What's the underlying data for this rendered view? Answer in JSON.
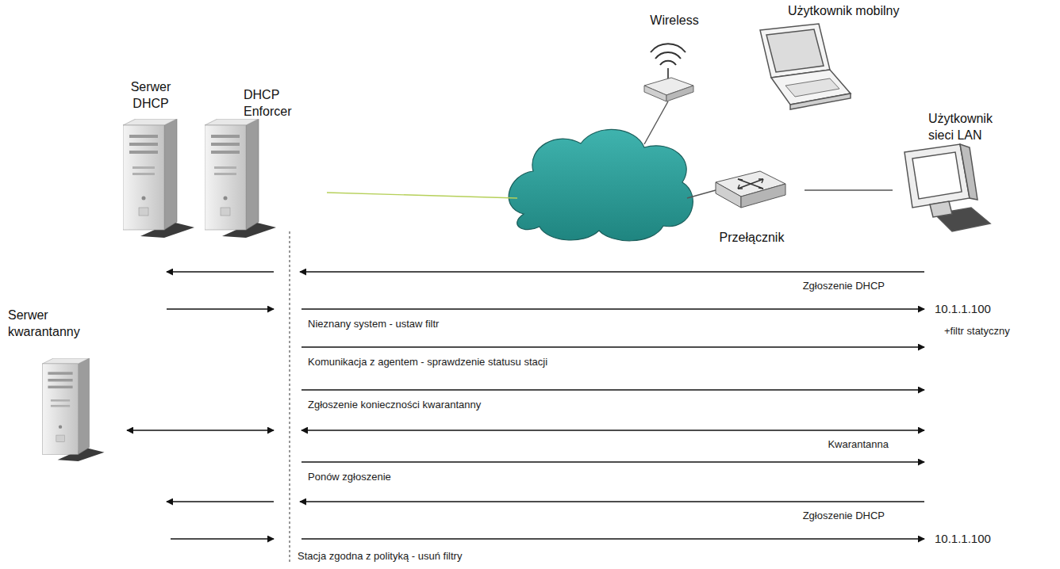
{
  "diagram": {
    "nodes": [
      {
        "text": [
          "Serwer DHCP"
        ]
      },
      {
        "text": [
          "DHCP Enforcer"
        ]
      },
      {
        "text": [
          "Wireless"
        ]
      },
      {
        "text": [
          "Użytkownik mobilny"
        ]
      },
      {
        "text": [
          "Użytkownik sieci LAN"
        ]
      },
      {
        "text": [
          "Przełącznik"
        ]
      },
      {
        "text": [
          "Serwer kwarantanny"
        ]
      }
    ],
    "edges": [
      {
        "from": 5,
        "to": 4,
        "arrow": "none"
      }
    ],
    "labels": [
      "Zgłoszenie DHCP",
      "10.1.1.100",
      "+filtr statyczny",
      "Nieznany system - ustaw filtr",
      "Komunikacja z agentem - sprawdzenie statusu stacji",
      "Zgłoszenie konieczności kwarantanny",
      "Kwarantanna",
      "Ponów zgłoszenie",
      "Zgłoszenie DHCP",
      "10.1.1.100",
      "Stacja zgodna z polityką - usuń filtry"
    ]
  }
}
